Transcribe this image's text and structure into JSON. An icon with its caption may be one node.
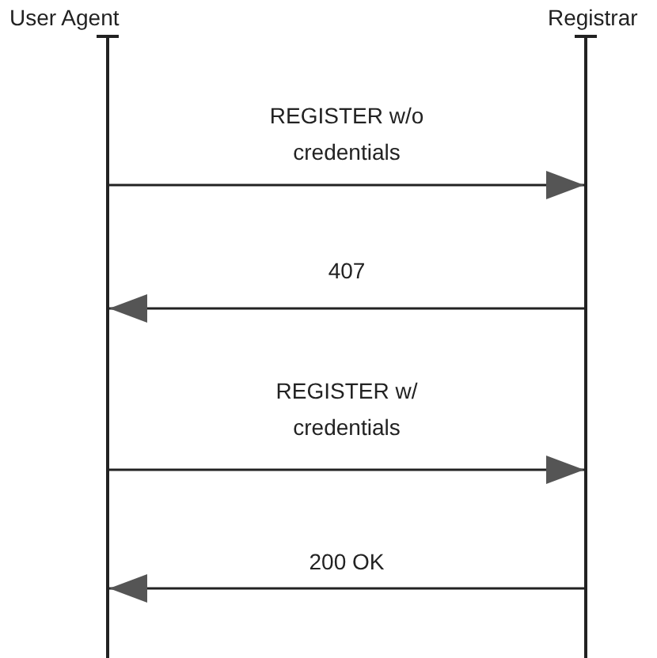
{
  "diagram": {
    "nodes": [
      {
        "text": [
          "User Agent"
        ]
      },
      {
        "text": [
          "Registrar"
        ]
      },
      {
        "text": [],
        "shape": "bar"
      },
      {
        "text": [],
        "shape": "bar"
      }
    ],
    "edges": [
      {
        "from": 2,
        "to": 3,
        "arrow": "to",
        "label": "REGISTER w/o credentials"
      },
      {
        "from": 3,
        "to": 2,
        "arrow": "to",
        "label": "407"
      },
      {
        "from": 2,
        "to": 3,
        "arrow": "to",
        "label": "REGISTER w/ credentials"
      },
      {
        "from": 3,
        "to": 2,
        "arrow": "to",
        "label": "200 OK"
      }
    ]
  }
}
